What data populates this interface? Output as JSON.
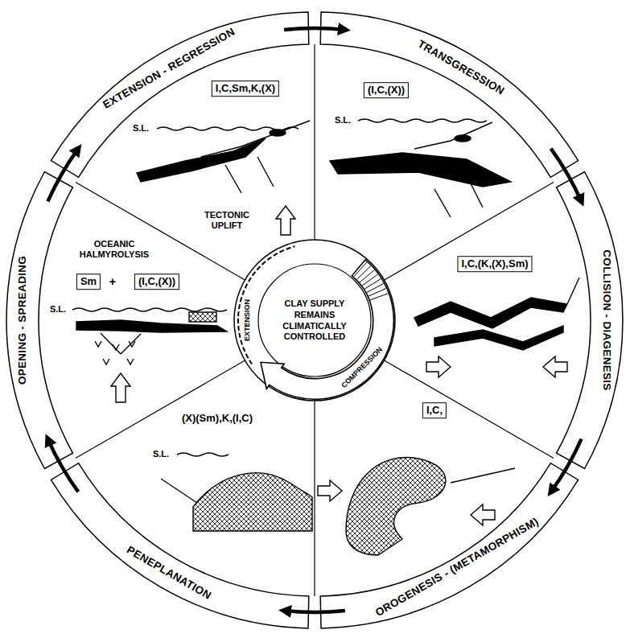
{
  "diagram": {
    "nodes": [
      {
        "text": [
          "EXTENSION - REGRESSION"
        ]
      },
      {
        "text": [
          "I,C,Sm,K,(X)"
        ]
      },
      {
        "text": [
          "TRANSGRESSION"
        ]
      },
      {
        "text": [
          "(I,C,(X))"
        ]
      },
      {
        "text": [
          "COLLISION - DIAGENESIS"
        ]
      },
      {
        "text": [
          "I,C,(K,(X),Sm)"
        ]
      },
      {
        "text": [
          "OROGENESIS - (METAMORPHISM)"
        ]
      },
      {
        "text": [
          "I,C,"
        ]
      },
      {
        "text": [
          "PENEPLANATION"
        ]
      },
      {
        "text": [
          "OPENING - SPREADING"
        ]
      },
      {
        "text": [
          "Sm"
        ]
      },
      {
        "text": [
          "(I,C,(X))"
        ]
      },
      {
        "text": [
          "CLAY SUPPLY REMAINS CLIMATICALLY CONTROLLED"
        ]
      }
    ],
    "edges": [
      {
        "from": 0,
        "to": 2,
        "arrow": "to"
      },
      {
        "from": 2,
        "to": 4,
        "arrow": "to"
      },
      {
        "from": 4,
        "to": 6,
        "arrow": "to"
      },
      {
        "from": 6,
        "to": 8,
        "arrow": "to"
      },
      {
        "from": 8,
        "to": 9,
        "arrow": "to"
      },
      {
        "from": 9,
        "to": 0,
        "arrow": "to"
      }
    ],
    "labels": [
      "S.L.",
      "TECTONIC UPLIFT",
      "S.L.",
      "(X)(Sm),K,(I,C)",
      "S.L.",
      "OCEANIC HALMYROLYSIS",
      "+",
      "S.L.",
      "EXTENSION",
      "COMPRESSION"
    ]
  }
}
